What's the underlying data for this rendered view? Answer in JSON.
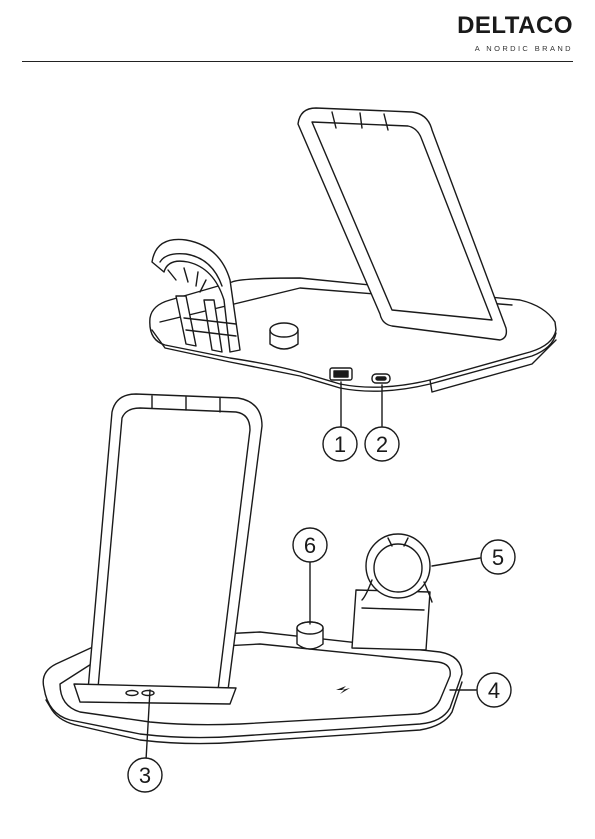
{
  "header": {
    "brand": "DELTACO",
    "tagline": "A NORDIC BRAND"
  },
  "callouts": [
    {
      "id": "1"
    },
    {
      "id": "2"
    },
    {
      "id": "3"
    },
    {
      "id": "4"
    },
    {
      "id": "5"
    },
    {
      "id": "6"
    }
  ]
}
